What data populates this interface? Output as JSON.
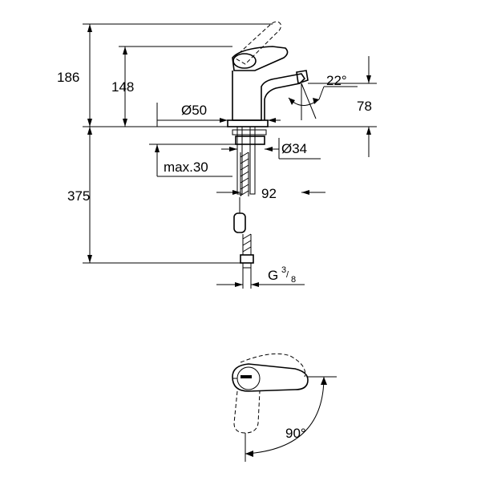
{
  "dimensions": {
    "overall_height": "186",
    "spout_height": "148",
    "spout_reach": "78",
    "spout_angle": "22°",
    "base_diameter": "Ø50",
    "hole_diameter": "Ø34",
    "max_deck_thickness": "max.30",
    "hose_length": "375",
    "projection": "92",
    "connection_prefix": "G",
    "connection_num": "3",
    "connection_den": "8",
    "lever_rotation": "90°"
  }
}
